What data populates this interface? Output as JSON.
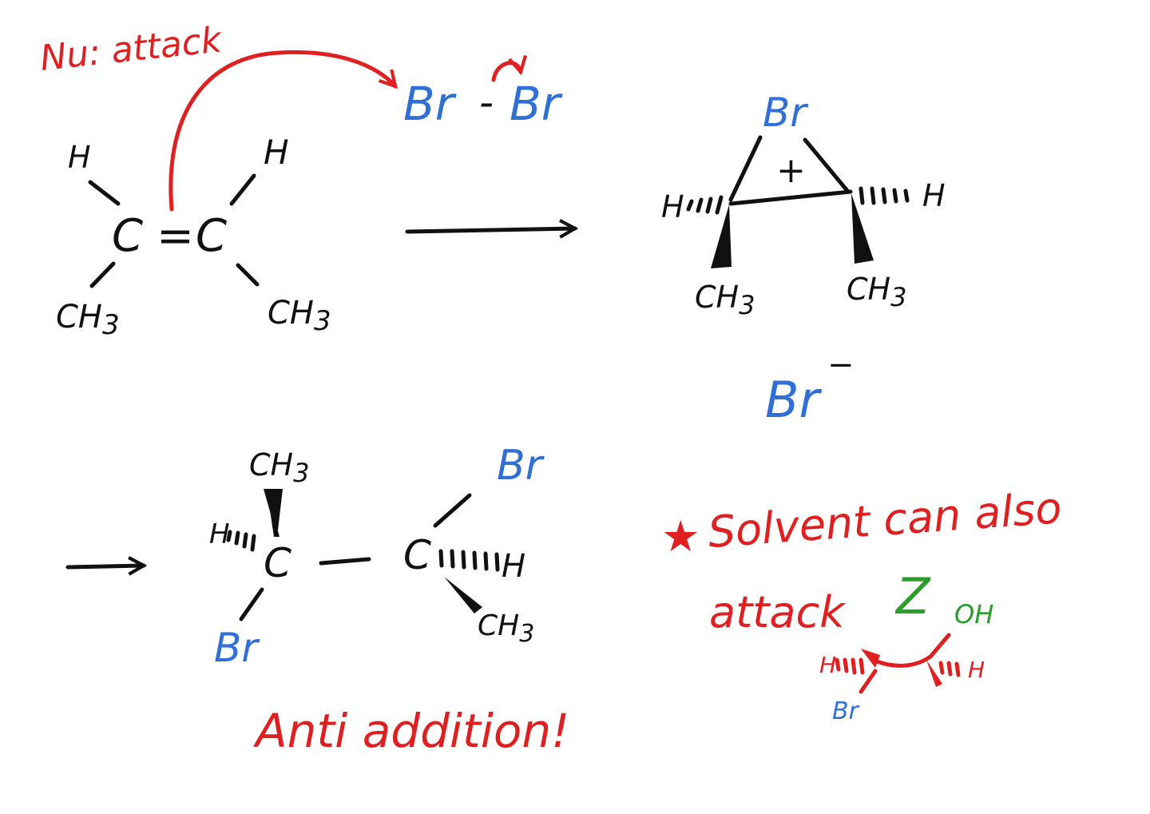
{
  "colors": {
    "ink": "#111111",
    "red": "#e02020",
    "blue": "#2f6fd6",
    "green": "#2a9d2a"
  },
  "labels": {
    "nu_attack": "Nu: attack",
    "br2_left": "Br",
    "br2_dash": "-",
    "br2_right": "Br",
    "alkene_h_left": "H",
    "alkene_h_right": "H",
    "alkene_c_left": "C",
    "alkene_double": "=",
    "alkene_c_right": "C",
    "alkene_ch3_left": "CH",
    "alkene_ch3_left_sub": "3",
    "alkene_ch3_right": "CH",
    "alkene_ch3_right_sub": "3",
    "bromonium_br": "Br",
    "bromonium_plus": "+",
    "bromonium_h_left": "H",
    "bromonium_h_right": "H",
    "bromonium_ch3_left": "CH",
    "bromonium_ch3_left_sub": "3",
    "bromonium_ch3_right": "CH",
    "bromonium_ch3_right_sub": "3",
    "bromide_ion": "Br",
    "bromide_charge": "−",
    "product_ch3_top": "CH",
    "product_ch3_top_sub": "3",
    "product_h_left": "H",
    "product_c_left": "C",
    "product_br_bottom": "Br",
    "product_c_right": "C",
    "product_h_right": "H",
    "product_br_top": "Br",
    "product_ch3_bottom": "CH",
    "product_ch3_bottom_sub": "3",
    "anti_addition": "Anti addition!",
    "solvent_star": "★",
    "solvent_line1": "Solvent can also",
    "solvent_line2": "attack",
    "solvent_roh_r": "Z",
    "solvent_roh_oh": "OH",
    "mini_h_left": "H",
    "mini_h_right": "H",
    "mini_br": "Br"
  }
}
